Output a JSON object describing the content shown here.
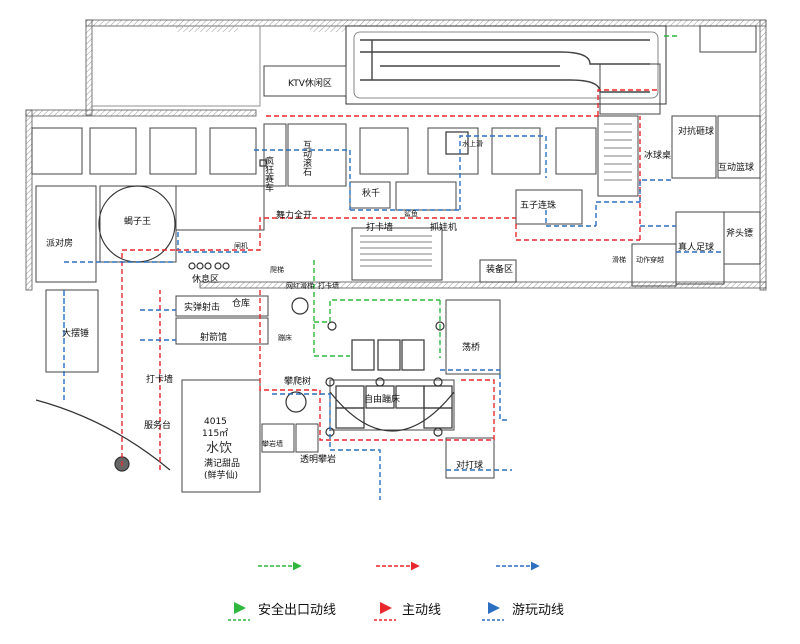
{
  "rooms": {
    "ktv": "KTV休闲区",
    "crazy_car": "疯狂赛车",
    "interactive_ball": "互动滚石",
    "spider_king": "蝎子王",
    "party_room": "派对房",
    "rest_area": "休息区",
    "dance": "舞力全开",
    "checkin1": "打卡墙",
    "checkin2": "打卡墙",
    "checkin3": "打卡墙",
    "claw": "抓娃机",
    "warehouse": "仓库",
    "shooting": "实弹射击",
    "archery": "射箭馆",
    "big_swing": "大摆锤",
    "service": "服务台",
    "five_line": "五子连珠",
    "anti_gravity": "对抗砸球",
    "ice_ball": "冰球桌",
    "basketball": "互动篮球",
    "axe": "斧头镖",
    "human_soccer": "真人足球",
    "action_wear": "动作穿越",
    "equipment": "装备区",
    "bounce": "荡桥",
    "trampoline": "自由蹦床",
    "bowling": "对打球",
    "climb_tree": "攀爬树",
    "climb_wall": "攀岩墙",
    "transparent_rock": "透明攀岩",
    "catapult": "网红滑梯",
    "water_game": "水上滑",
    "ball_pit": "秋千",
    "shark": "鲨鱼",
    "swing": "蹦床",
    "slide": "滑梯",
    "door": "闸机",
    "ladder": "爬梯"
  },
  "shop": {
    "id": "4015",
    "area": "115㎡",
    "category": "水饮",
    "name": "满记甜品",
    "sub": "(鲜芋仙)"
  },
  "legend": {
    "items": [
      {
        "label": "安全出口动线",
        "color": "#2db83d"
      },
      {
        "label": "主动线",
        "color": "#e8272b"
      },
      {
        "label": "游玩动线",
        "color": "#2b6fc0"
      }
    ]
  },
  "colors": {
    "green": "#2db83d",
    "red": "#e8272b",
    "blue": "#2b6fc0",
    "wall": "#555555",
    "hatch": "#9a9a9a"
  }
}
